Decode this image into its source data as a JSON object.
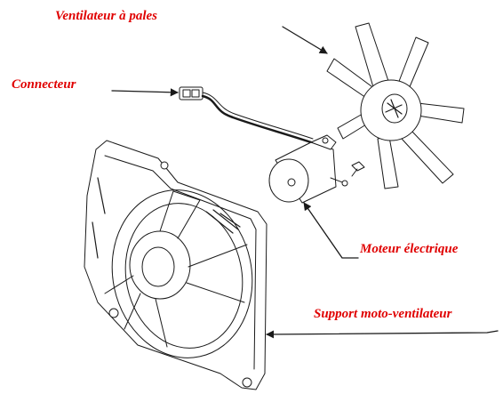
{
  "labels": {
    "fan": "Ventilateur à pales",
    "connector": "Connecteur",
    "motor": "Moteur électrique",
    "frame": "Support moto-ventilateur"
  },
  "colors": {
    "label_text": "#e00000",
    "line_art": "#1a1a1a",
    "background": "#ffffff"
  }
}
